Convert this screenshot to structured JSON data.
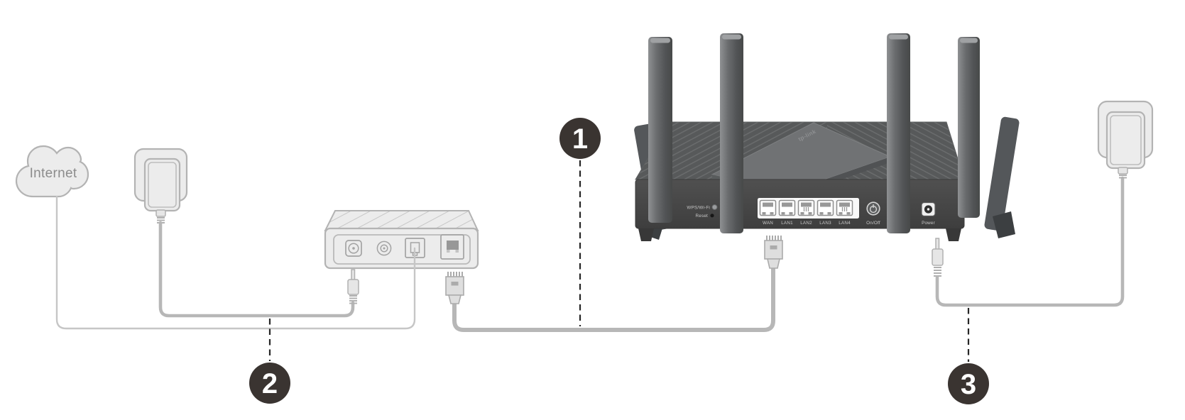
{
  "diagram": {
    "internet_label": "Internet",
    "steps": [
      "1",
      "2",
      "3"
    ]
  },
  "router": {
    "brand_logo": "tp-link",
    "wps_label": "WPS/Wi-Fi",
    "reset_label": "Reset",
    "port_labels": [
      "WAN",
      "LAN1",
      "LAN2",
      "LAN3",
      "LAN4"
    ],
    "onoff_label": "On/Off",
    "power_label": "Power"
  },
  "colors": {
    "line_art_stroke": "#b3b3b3",
    "device_fill": "#ececec",
    "cable_gray": "#b7b7b7",
    "thin_line_gray": "#c6c6c6",
    "badge_fill": "#3a3431",
    "badge_text": "#ffffff",
    "router_face": "#474747",
    "router_top_ridges": "#57595a",
    "ports_panel_white": "#f8f8f8",
    "leader_dash": "#262626"
  }
}
